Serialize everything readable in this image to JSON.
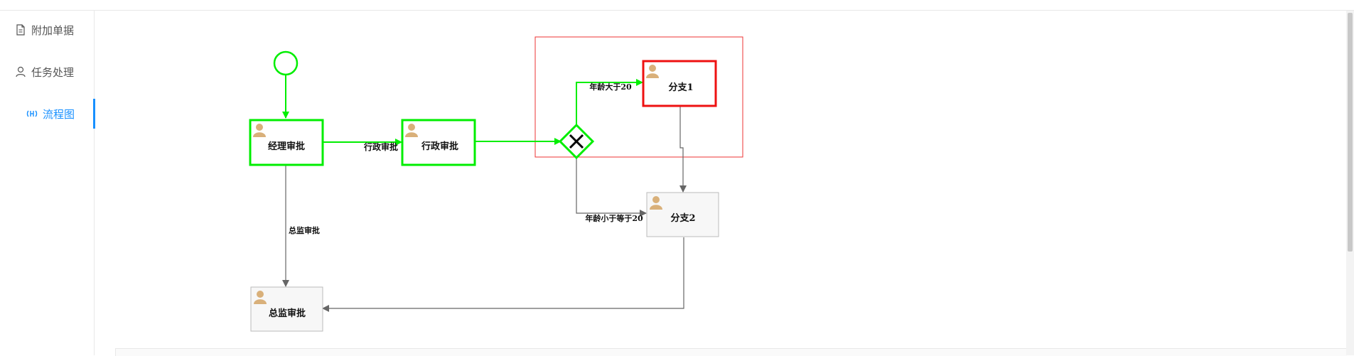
{
  "sidebar": {
    "items": [
      {
        "label": "附加单据",
        "icon": "document-icon",
        "active": false
      },
      {
        "label": "任务处理",
        "icon": "user-icon",
        "active": false
      },
      {
        "label": "流程图",
        "icon": "flow-icon",
        "active": true
      }
    ]
  },
  "diagram": {
    "colors": {
      "completed": "#00ee00",
      "current": "#ee1111",
      "pending": "#666666",
      "highlight_box": "#ee3333"
    },
    "nodes": {
      "start": {
        "type": "start-event",
        "state": "completed"
      },
      "manager": {
        "label": "经理审批",
        "state": "completed"
      },
      "admin": {
        "label": "行政审批",
        "state": "completed"
      },
      "gateway": {
        "type": "exclusive-gateway",
        "state": "completed"
      },
      "branch1": {
        "label": "分支1",
        "state": "current"
      },
      "branch2": {
        "label": "分支2",
        "state": "pending"
      },
      "director": {
        "label": "总监审批",
        "state": "pending"
      }
    },
    "edges": {
      "admin": {
        "label": "行政审批"
      },
      "director": {
        "label": "总监审批"
      },
      "age_gt": {
        "label": "年龄大于20"
      },
      "age_le": {
        "label": "年龄小于等于20"
      }
    }
  }
}
